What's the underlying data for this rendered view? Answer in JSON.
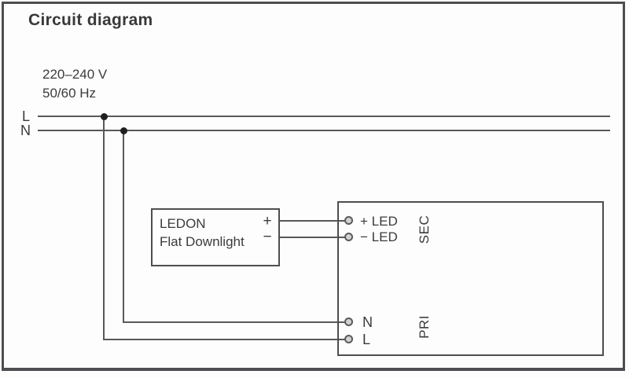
{
  "title": "Circuit diagram",
  "supply": {
    "voltage": "220–240 V",
    "frequency": "50/60 Hz",
    "line_label": "L",
    "neutral_label": "N"
  },
  "lamp_box": {
    "name_line1": "LEDON",
    "name_line2": "Flat Downlight",
    "plus_label": "+",
    "minus_label": "−"
  },
  "driver_box": {
    "sec_side_label": "SEC",
    "pri_side_label": "PRI",
    "terminal_plus_led": "+ LED",
    "terminal_minus_led": "− LED",
    "terminal_n": "N",
    "terminal_l": "L"
  },
  "colors": {
    "wire": "#58595b",
    "box_border": "#4d4e50",
    "text": "#3b3b3d",
    "junction_dot": "#1f1f21",
    "terminal_fill": "#d2d2d2"
  }
}
